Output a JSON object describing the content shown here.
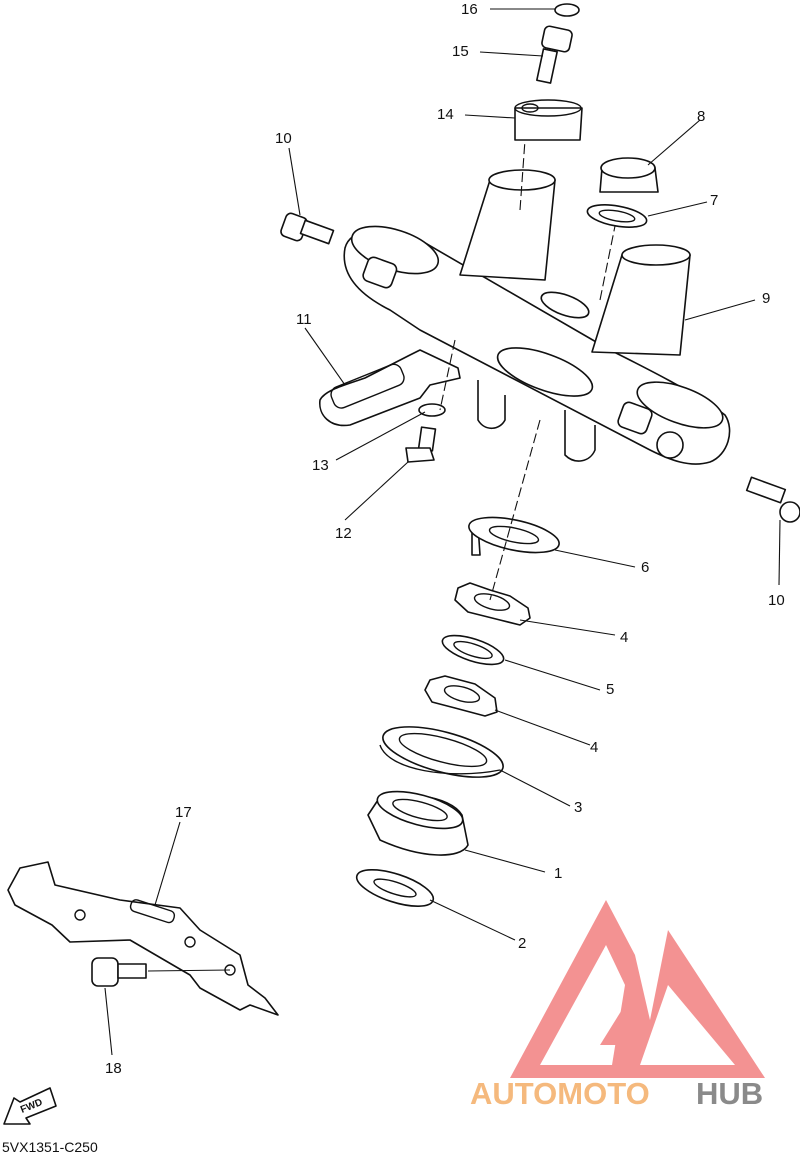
{
  "diagram": {
    "code": "5VX1351-C250",
    "fwd_label": "FWD",
    "parts": [
      {
        "ref": "1"
      },
      {
        "ref": "2"
      },
      {
        "ref": "3"
      },
      {
        "ref": "4"
      },
      {
        "ref": "4"
      },
      {
        "ref": "5"
      },
      {
        "ref": "6"
      },
      {
        "ref": "7"
      },
      {
        "ref": "8"
      },
      {
        "ref": "9"
      },
      {
        "ref": "10"
      },
      {
        "ref": "10"
      },
      {
        "ref": "11"
      },
      {
        "ref": "12"
      },
      {
        "ref": "13"
      },
      {
        "ref": "14"
      },
      {
        "ref": "15"
      },
      {
        "ref": "16"
      },
      {
        "ref": "17"
      },
      {
        "ref": "18"
      }
    ]
  },
  "watermark": {
    "brand_part1": "AUTOMOTO",
    "brand_part2": "HUB",
    "color_part1": "#f5b97d",
    "color_part2": "#8a8a8a",
    "logo_color": "#f28080"
  }
}
